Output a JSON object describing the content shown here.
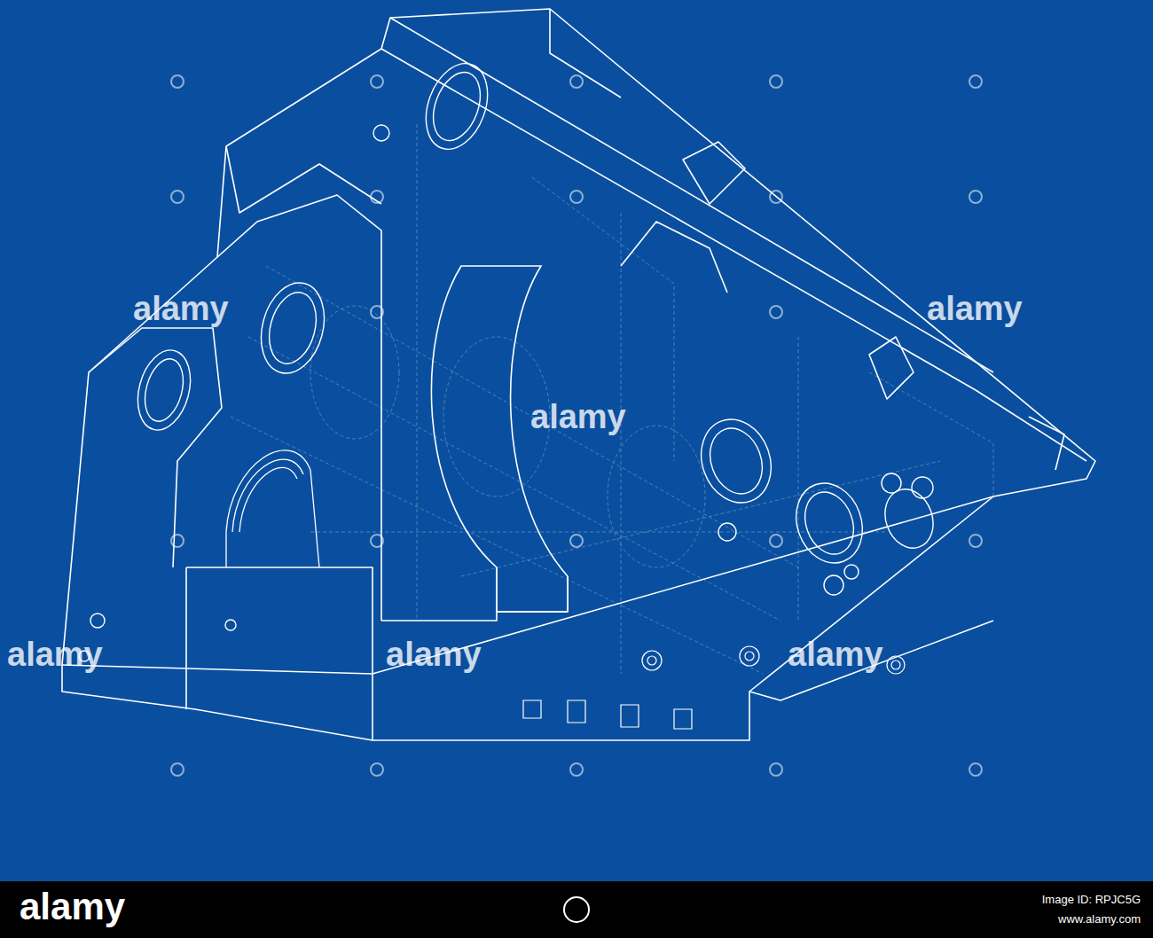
{
  "diagram": {
    "labels": [
      "alamy",
      "alamy",
      "alamy",
      "alamy",
      "alamy",
      "alamy",
      "alamy",
      "Image ID: RPJC5G",
      "www.alamy.com"
    ]
  }
}
